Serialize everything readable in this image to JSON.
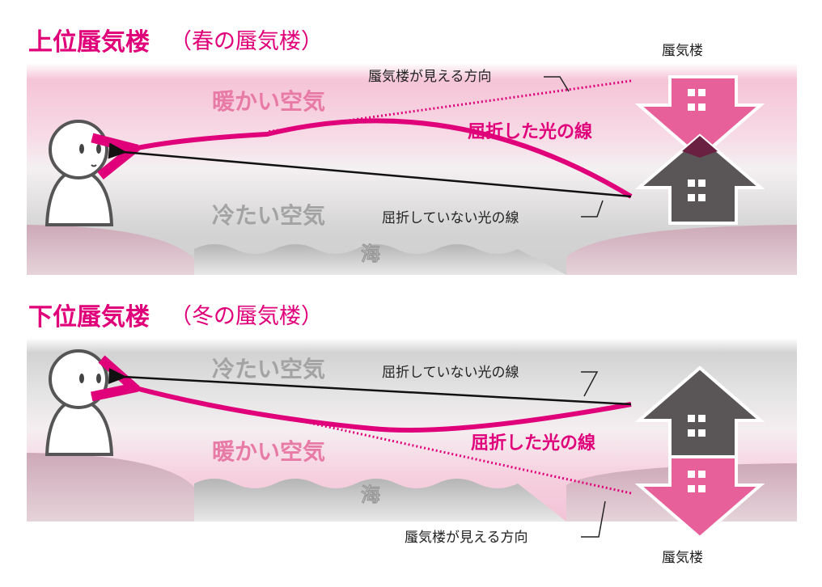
{
  "colors": {
    "accent": "#e0007a",
    "warm": "#f5c6d8",
    "cold": "#d0d0d0",
    "land": "#cfaebb",
    "house": "#5a5556",
    "mirage_house": "#e8609a"
  },
  "top": {
    "title": "上位蜃気楼",
    "subtitle": "（春の蜃気楼）",
    "mirage_label": "蜃気楼",
    "warm_air": "暖かい空気",
    "cold_air": "冷たい空気",
    "sea": "海",
    "refracted": "屈折した光の線",
    "unrefracted": "屈折していない光の線",
    "direction": "蜃気楼が見える方向"
  },
  "bottom": {
    "title": "下位蜃気楼",
    "subtitle": "（冬の蜃気楼）",
    "mirage_label": "蜃気楼",
    "warm_air": "暖かい空気",
    "cold_air": "冷たい空気",
    "sea": "海",
    "refracted": "屈折した光の線",
    "unrefracted": "屈折していない光の線",
    "direction": "蜃気楼が見える方向"
  }
}
